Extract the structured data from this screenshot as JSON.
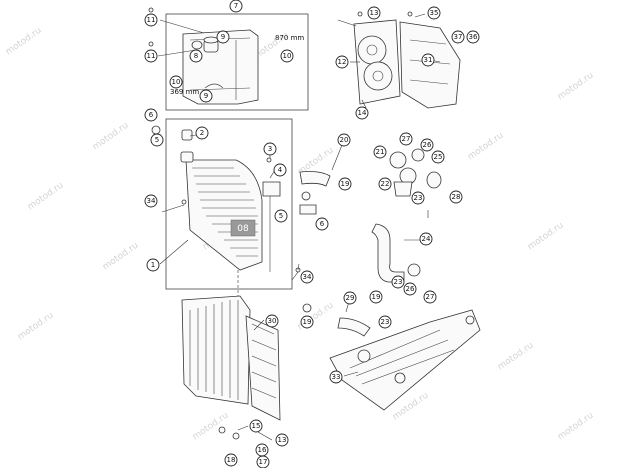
{
  "watermark": "motod.ru",
  "center_logo": "08",
  "dimensions": {
    "tank_large": "870 mm",
    "tank_small": "369 mm"
  },
  "callouts": {
    "c1": "1",
    "c2": "2",
    "c3": "3",
    "c4": "4",
    "c5a": "5",
    "c5b": "5",
    "c6a": "6",
    "c6b": "6",
    "c7": "7",
    "c8": "8",
    "c9a": "9",
    "c9b": "9",
    "c10a": "10",
    "c10b": "10",
    "c11a": "11",
    "c11b": "11",
    "c12": "12",
    "c13a": "13",
    "c13b": "13",
    "c14": "14",
    "c15": "15",
    "c16": "16",
    "c17": "17",
    "c18": "18",
    "c19a": "19",
    "c19b": "19",
    "c19c": "19",
    "c20": "20",
    "c21": "21",
    "c22": "22",
    "c23a": "23",
    "c23b": "23",
    "c23c": "23",
    "c24": "24",
    "c25": "25",
    "c26a": "26",
    "c26b": "26",
    "c27a": "27",
    "c27b": "27",
    "c28": "28",
    "c29": "29",
    "c30": "30",
    "c31": "31",
    "c33": "33",
    "c34a": "34",
    "c34b": "34",
    "c35": "35",
    "c36": "36",
    "c37": "37"
  }
}
